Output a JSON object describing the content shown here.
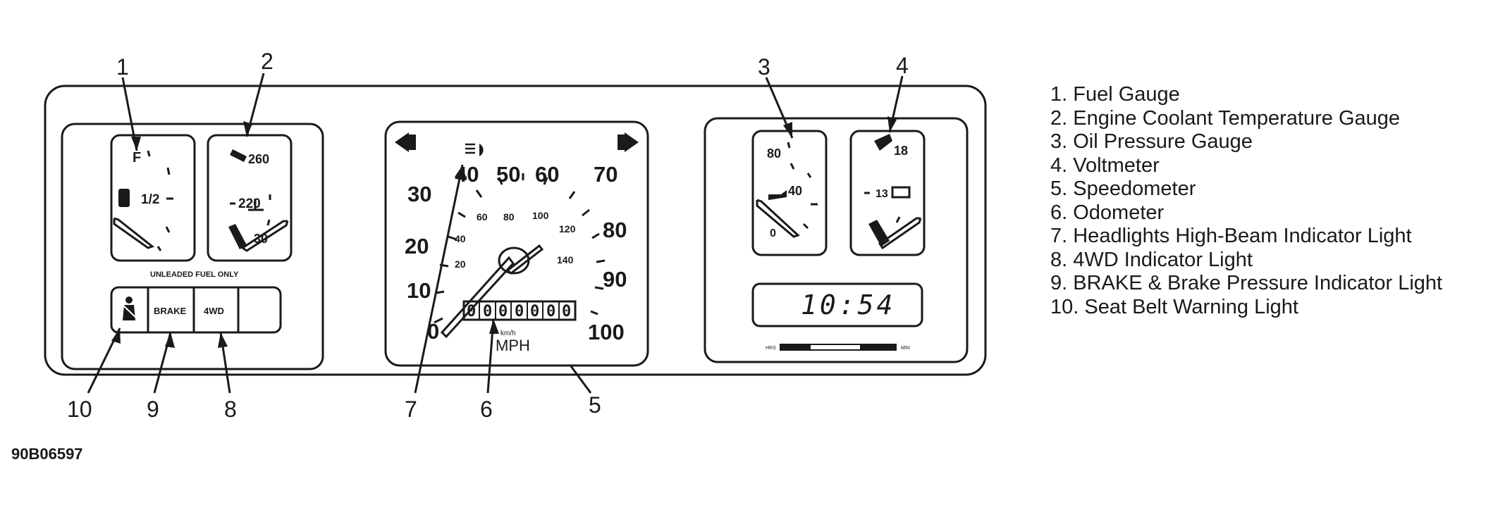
{
  "callouts": [
    "1",
    "2",
    "3",
    "4",
    "5",
    "6",
    "7",
    "8",
    "9",
    "10"
  ],
  "fuel_gauge": {
    "full": "F",
    "half": "1/2"
  },
  "temp_gauge": {
    "high": "260",
    "mid": "220",
    "low": "30"
  },
  "fuel_note": "UNLEADED FUEL ONLY",
  "indicators": {
    "brake": "BRAKE",
    "fourwd": "4WD"
  },
  "speedometer": {
    "mph_scale": [
      "0",
      "10",
      "20",
      "30",
      "40",
      "50",
      "60",
      "70",
      "80",
      "90",
      "100"
    ],
    "kmh_scale": [
      "20",
      "40",
      "60",
      "80",
      "100",
      "120",
      "140"
    ],
    "unit": "MPH",
    "kmh_unit": "km/h",
    "odometer": [
      "0",
      "0",
      "0",
      "0",
      "0",
      "0",
      "0"
    ]
  },
  "oil_gauge": {
    "high": "80",
    "mid": "40",
    "low": "0"
  },
  "volt_gauge": {
    "high": "18",
    "mid": "13"
  },
  "clock": {
    "time": "10:54",
    "left_label": "HRS",
    "right_label": "MIN"
  },
  "legend": [
    "1. Fuel Gauge",
    "2. Engine Coolant Temperature Gauge",
    "3. Oil Pressure Gauge",
    "4. Voltmeter",
    "5. Speedometer",
    "6. Odometer",
    "7. Headlights High-Beam Indicator Light",
    "8. 4WD Indicator Light",
    "9. BRAKE & Brake Pressure Indicator Light",
    "10. Seat Belt Warning Light"
  ],
  "figure_code": "90B06597"
}
